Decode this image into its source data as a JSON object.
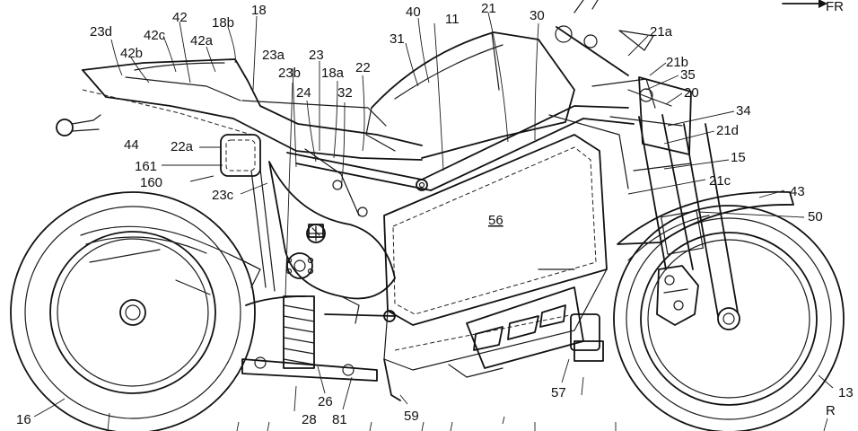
{
  "direction": {
    "label": "FR"
  },
  "labels": {
    "l40": "40",
    "l11": "11",
    "l21": "21",
    "l30": "30",
    "l31": "31",
    "l18": "18",
    "l42": "42",
    "l18b": "18b",
    "l23d": "23d",
    "l42c": "42c",
    "l42a": "42a",
    "l42b": "42b",
    "l23a": "23a",
    "l23b": "23b",
    "l23": "23",
    "l18a": "18a",
    "l22": "22",
    "l24": "24",
    "l32": "32",
    "l21a": "21a",
    "l21b": "21b",
    "l35": "35",
    "l20": "20",
    "l34": "34",
    "l21d": "21d",
    "l15": "15",
    "l21c": "21c",
    "l43": "43",
    "l50": "50",
    "l44": "44",
    "l22a": "22a",
    "l161": "161",
    "l160": "160",
    "l23c": "23c",
    "l56": "56",
    "l16": "16",
    "l28": "28",
    "l26": "26",
    "l81": "81",
    "l59": "59",
    "l57": "57",
    "l13": "13",
    "lR": "R"
  }
}
